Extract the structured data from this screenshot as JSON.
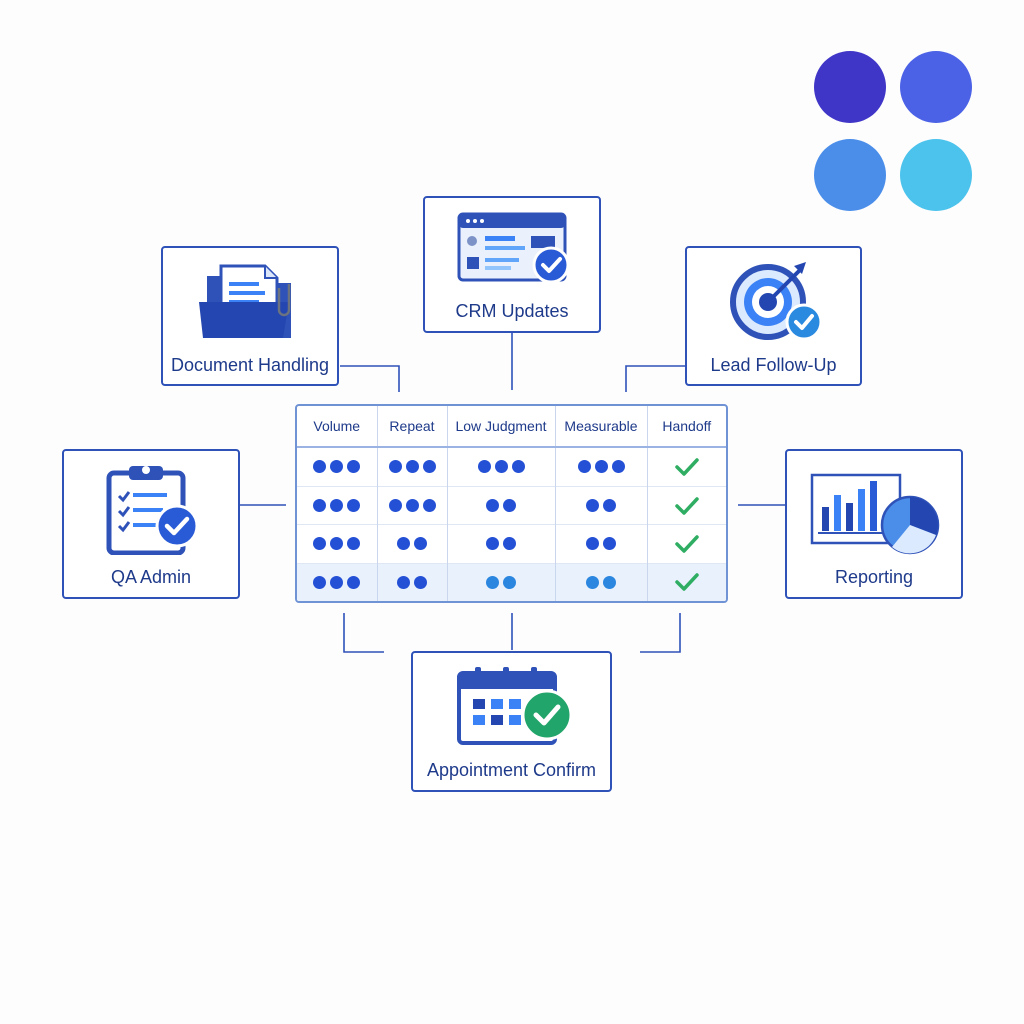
{
  "palette": {
    "swatches": [
      "#3f35c7",
      "#4b62e6",
      "#4a8eea",
      "#4bc3ec"
    ],
    "card_border": "#2f52b8",
    "label_text": "#1e3a8a",
    "dot_primary": "#2450d6",
    "dot_light": "#2b86e0",
    "check": "#2fae63"
  },
  "cards": {
    "crm": {
      "label": "CRM Updates",
      "icon": "browser-window-check-icon"
    },
    "document": {
      "label": "Document Handling",
      "icon": "folder-document-icon"
    },
    "lead": {
      "label": "Lead Follow-Up",
      "icon": "target-arrow-check-icon"
    },
    "qa": {
      "label": "QA Admin",
      "icon": "clipboard-checklist-icon"
    },
    "reporting": {
      "label": "Reporting",
      "icon": "bar-pie-chart-icon"
    },
    "appointment": {
      "label": "Appointment Confirm",
      "icon": "calendar-check-icon"
    }
  },
  "matrix": {
    "headers": [
      "Volume",
      "Repeat",
      "Low Judgment",
      "Measurable",
      "Handoff"
    ],
    "rows": [
      {
        "volume": 3,
        "repeat": 3,
        "low_judgment": 3,
        "measurable": 3,
        "handoff": "check"
      },
      {
        "volume": 3,
        "repeat": 3,
        "low_judgment": 2,
        "measurable": 2,
        "handoff": "check"
      },
      {
        "volume": 3,
        "repeat": 2,
        "low_judgment": 2,
        "measurable": 2,
        "handoff": "check"
      },
      {
        "volume": 3,
        "repeat": 2,
        "low_judgment": 2,
        "measurable": 2,
        "handoff": "check"
      }
    ]
  }
}
